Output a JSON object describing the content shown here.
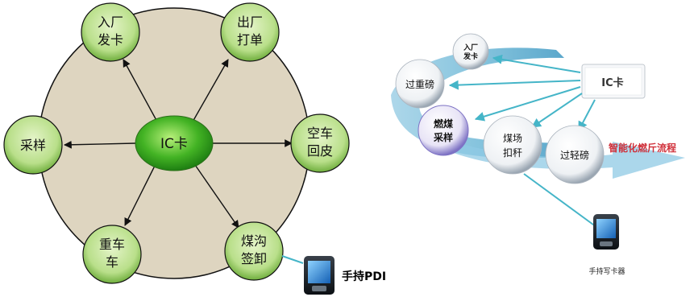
{
  "left_diagram": {
    "center_label": "IC卡",
    "nodes": [
      {
        "id": "entry",
        "lines": [
          "入厂",
          "发卡"
        ]
      },
      {
        "id": "exit",
        "lines": [
          "出厂",
          "打单"
        ]
      },
      {
        "id": "empty",
        "lines": [
          "空车",
          "回皮"
        ]
      },
      {
        "id": "coal",
        "lines": [
          "煤沟",
          "签卸"
        ]
      },
      {
        "id": "heavy",
        "lines": [
          "重车"
        ]
      },
      {
        "id": "sample",
        "lines": [
          "采样"
        ]
      }
    ],
    "handheld_label": "手持PDI"
  },
  "right_diagram": {
    "ic_card_label": "IC卡",
    "bubbles": [
      {
        "id": "entry",
        "lines": [
          "入厂",
          "发卡"
        ]
      },
      {
        "id": "weigh-heavy",
        "lines": [
          "过重磅"
        ]
      },
      {
        "id": "sampling",
        "lines": [
          "燃煤",
          "采样"
        ]
      },
      {
        "id": "yard",
        "lines": [
          "煤场",
          "扣秆"
        ]
      },
      {
        "id": "weigh-light",
        "lines": [
          "过轻磅"
        ]
      }
    ],
    "flow_title": "智能化燃斤流程",
    "handheld_label": "手持写卡器"
  },
  "colors": {
    "ring_fill": "#ded5c0",
    "node_green_light": "#c8e6a0",
    "node_green_dark": "#4f9e2a",
    "center_green": "#39b11e",
    "arrow_blue": "#45b5c8",
    "flow_red": "#d0303a"
  }
}
